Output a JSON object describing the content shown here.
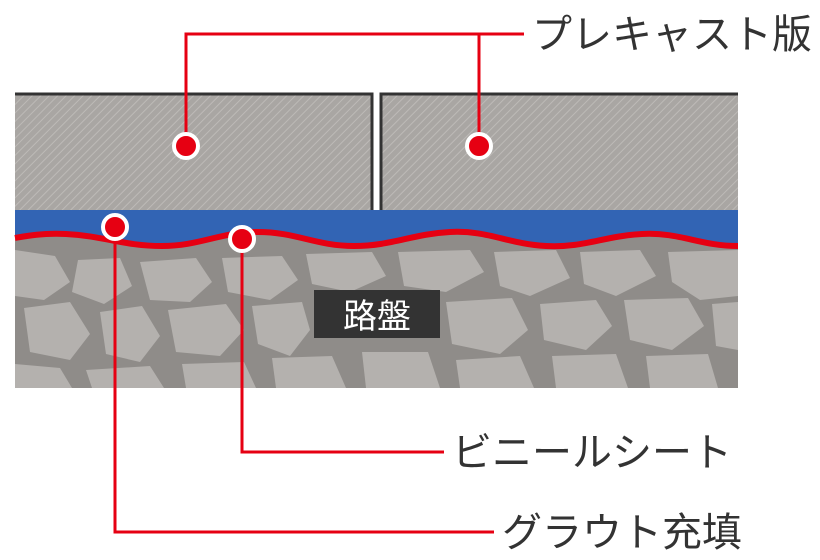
{
  "labels": {
    "precast_slab": "プレキャスト版",
    "roadbed": "路盤",
    "vinyl_sheet": "ビニールシート",
    "grout_fill": "グラウト充填"
  },
  "colors": {
    "slab_fill": "#a9a6a3",
    "slab_hatch": "#bdbab7",
    "slab_edge": "#333333",
    "grout_layer": "#3264b4",
    "vinyl_sheet": "#e60012",
    "roadbed_background": "#8f8c89",
    "roadbed_stone": "#b4b1ae",
    "roadbed_label_bg": "#333333",
    "leader_line": "#e60012",
    "text": "#333333"
  }
}
